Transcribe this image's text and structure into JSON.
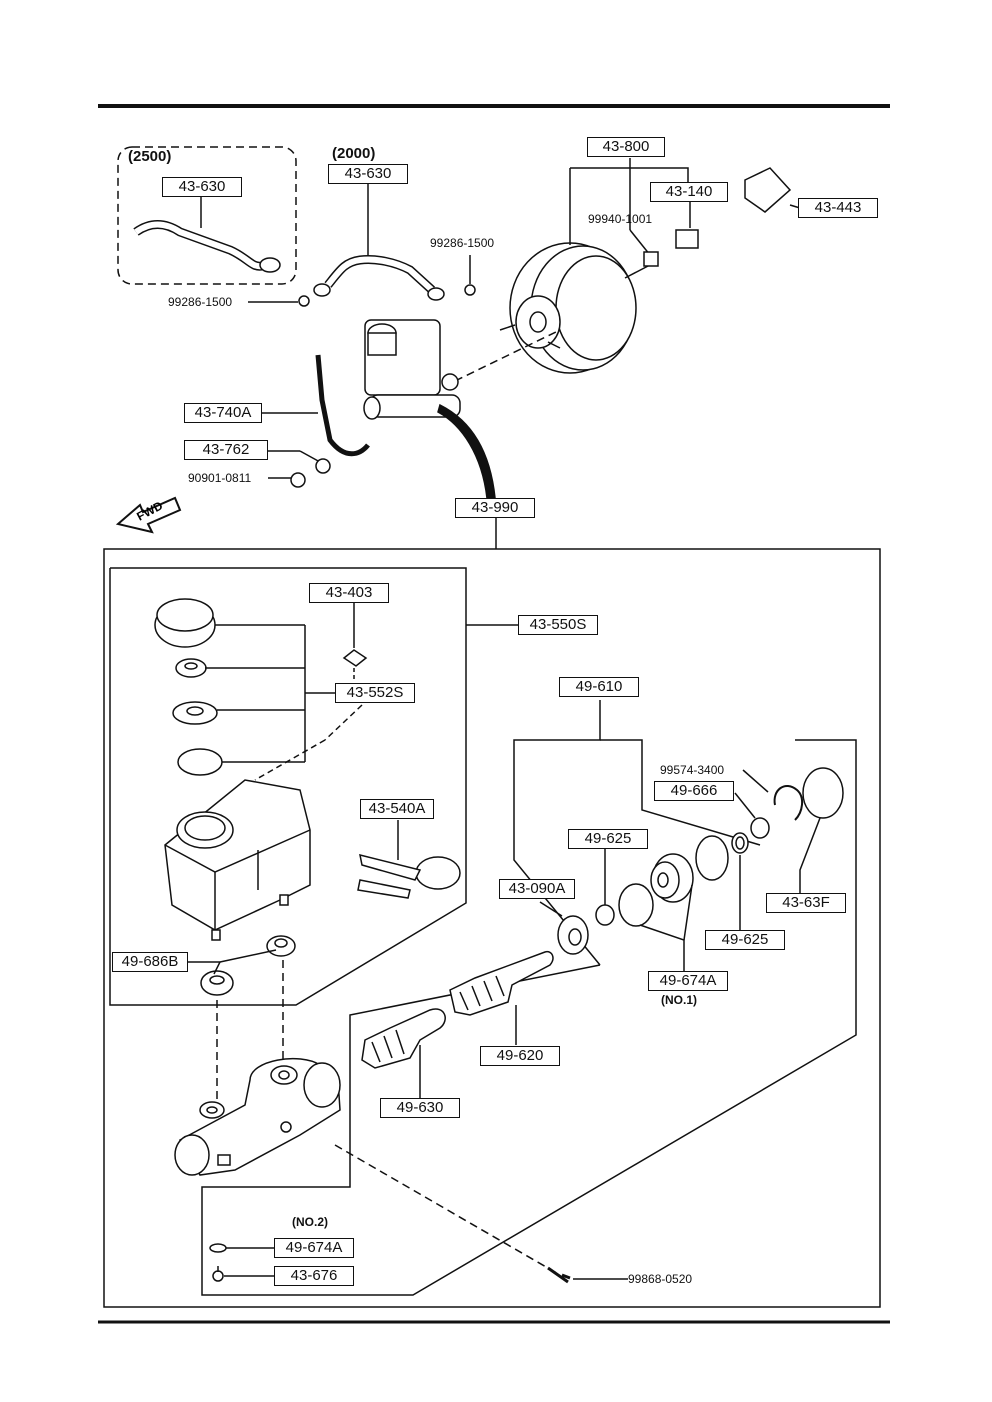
{
  "variants": {
    "v2500": "(2500)",
    "v2000": "(2000)",
    "no1": "(NO.1)",
    "no2": "(NO.2)"
  },
  "direction": "FWD",
  "boxed_labels": {
    "l43630a": "43-630",
    "l43630b": "43-630",
    "l43800": "43-800",
    "l43140": "43-140",
    "l43443": "43-443",
    "l43740a": "43-740A",
    "l43762": "43-762",
    "l43990": "43-990",
    "l43403": "43-403",
    "l43550s": "43-550S",
    "l43552s": "43-552S",
    "l43540a": "43-540A",
    "l49610": "49-610",
    "l49666": "49-666",
    "l49625a": "49-625",
    "l43090a": "43-090A",
    "l4963f": "43-63F",
    "l49625b": "49-625",
    "l49674a1": "49-674A",
    "l49686b": "49-686B",
    "l49620": "49-620",
    "l49630": "49-630",
    "l49674a2": "49-674A",
    "l43676": "43-676"
  },
  "part_numbers": {
    "p99286a": "99286-1500",
    "p99286b": "99286-1500",
    "p99940": "99940-1001",
    "p90901": "90901-0811",
    "p99574": "99574-3400",
    "p99868": "99868-0520"
  }
}
